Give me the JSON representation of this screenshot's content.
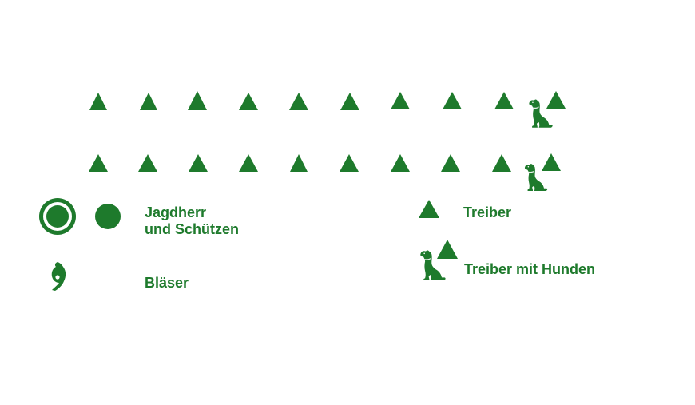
{
  "colors": {
    "symbol": "#1e7a2c",
    "background": "#ffffff"
  },
  "formation": {
    "rows": [
      {
        "triangles": 10,
        "ends_with": "treiber-mit-hund"
      },
      {
        "triangles": 10,
        "ends_with": "treiber-mit-hund"
      }
    ]
  },
  "legend": {
    "jagdherr": {
      "line1": "Jagdherr",
      "line2": "und Schützen",
      "icons": [
        "double-ring-icon",
        "filled-circle-icon"
      ]
    },
    "blaeser": {
      "label": "Bläser",
      "icon": "horn-icon"
    },
    "treiber": {
      "label": "Treiber",
      "icon": "triangle-icon"
    },
    "treiber_mit_hunden": {
      "label": "Treiber mit Hunden",
      "icon": "dog-with-triangle-icon"
    }
  }
}
